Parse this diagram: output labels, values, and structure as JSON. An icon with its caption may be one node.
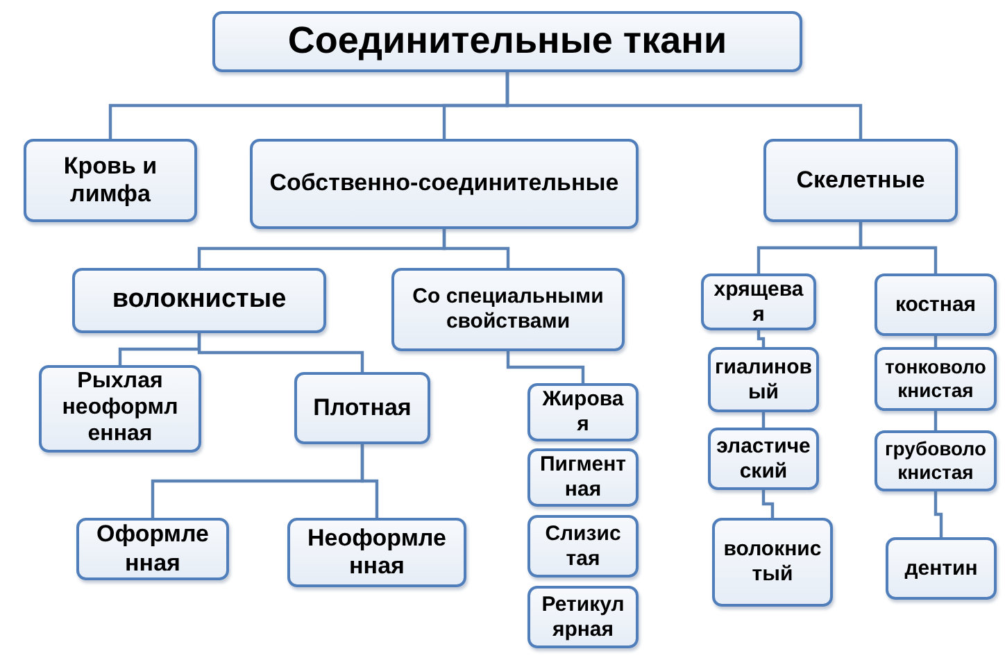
{
  "diagram": {
    "nodes": [
      {
        "text": [
          "Соединительные ткани"
        ]
      },
      {
        "text": [
          "Кровь и лимфа"
        ]
      },
      {
        "text": [
          "Собственно-соединительные"
        ]
      },
      {
        "text": [
          "Скелетные"
        ]
      },
      {
        "text": [
          "волокнистые"
        ]
      },
      {
        "text": [
          "Со специальными свойствами"
        ]
      },
      {
        "text": [
          "Рыхлая неоформл енная"
        ]
      },
      {
        "text": [
          "Плотная"
        ]
      },
      {
        "text": [
          "Оформле нная"
        ]
      },
      {
        "text": [
          "Неоформле нная"
        ]
      },
      {
        "text": [
          "Жирова я"
        ]
      },
      {
        "text": [
          "Пигмент ная"
        ]
      },
      {
        "text": [
          "Слизис тая"
        ]
      },
      {
        "text": [
          "Ретикул ярная"
        ]
      },
      {
        "text": [
          "хрящева я"
        ]
      },
      {
        "text": [
          "костная"
        ]
      },
      {
        "text": [
          "гиалинов ый"
        ]
      },
      {
        "text": [
          "эластиче ский"
        ]
      },
      {
        "text": [
          "волокнис тый"
        ]
      },
      {
        "text": [
          "тонковоло книстая"
        ]
      },
      {
        "text": [
          "грубоволо книстая"
        ]
      },
      {
        "text": [
          "дентин"
        ]
      }
    ],
    "edges": [
      {
        "from": 0,
        "to": 1,
        "arrow": "none"
      },
      {
        "from": 0,
        "to": 2,
        "arrow": "none"
      },
      {
        "from": 0,
        "to": 3,
        "arrow": "none"
      },
      {
        "from": 2,
        "to": 4,
        "arrow": "none"
      },
      {
        "from": 2,
        "to": 5,
        "arrow": "none"
      },
      {
        "from": 4,
        "to": 6,
        "arrow": "none"
      },
      {
        "from": 4,
        "to": 7,
        "arrow": "none"
      },
      {
        "from": 7,
        "to": 8,
        "arrow": "none"
      },
      {
        "from": 7,
        "to": 9,
        "arrow": "none"
      },
      {
        "from": 5,
        "to": 10,
        "arrow": "none"
      },
      {
        "from": 3,
        "to": 14,
        "arrow": "none"
      },
      {
        "from": 3,
        "to": 15,
        "arrow": "none"
      },
      {
        "from": 14,
        "to": 16,
        "arrow": "none"
      },
      {
        "from": 16,
        "to": 17,
        "arrow": "none"
      },
      {
        "from": 17,
        "to": 18,
        "arrow": "none"
      },
      {
        "from": 15,
        "to": 19,
        "arrow": "none"
      },
      {
        "from": 19,
        "to": 20,
        "arrow": "none"
      },
      {
        "from": 20,
        "to": 21,
        "arrow": "none"
      }
    ]
  }
}
